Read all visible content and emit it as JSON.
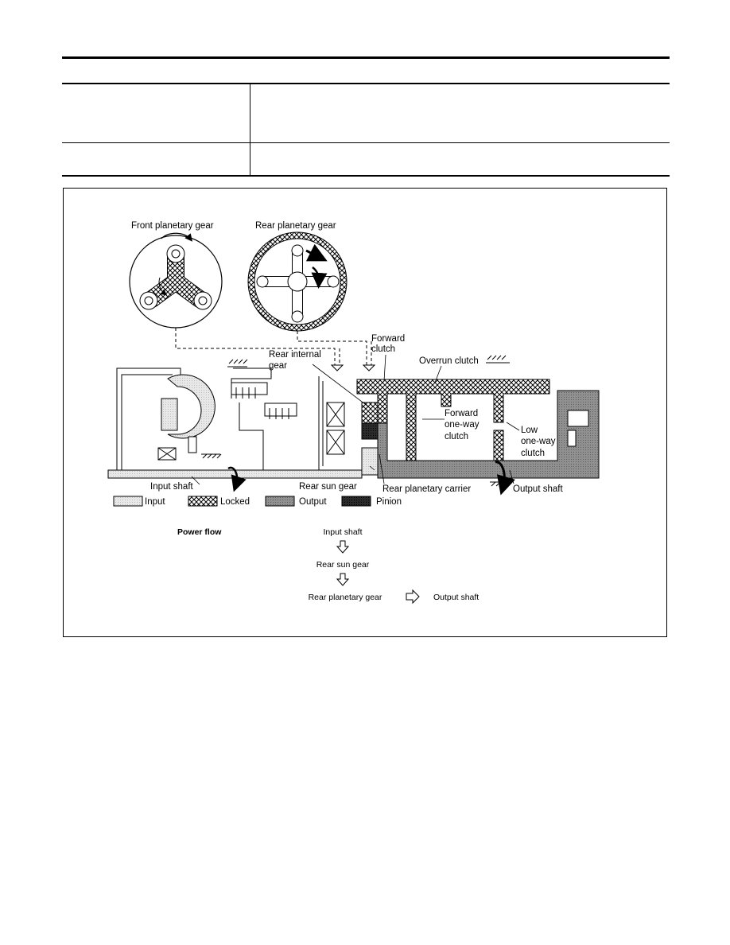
{
  "labels": {
    "front_planetary_gear": "Front  planetary  gear",
    "rear_planetary_gear": "Rear  planetary  gear",
    "forward_clutch": [
      "Forward",
      "clutch"
    ],
    "rear_internal_gear": [
      "Rear  internal",
      "gear"
    ],
    "overrun_clutch": "Overrun  clutch",
    "forward_one_way_clutch": [
      "Forward",
      "one-way",
      "clutch"
    ],
    "low_one_way_clutch": [
      "Low",
      "one-way",
      "clutch"
    ],
    "input_shaft": "Input  shaft",
    "rear_sun_gear": "Rear  sun  gear",
    "rear_planetary_carrier": "Rear  planetary  carrier",
    "output_shaft": "Output  shaft"
  },
  "legend": [
    {
      "label": "Input",
      "pattern": "input"
    },
    {
      "label": "Locked",
      "pattern": "locked"
    },
    {
      "label": "Output",
      "pattern": "output"
    },
    {
      "label": "Pinion",
      "pattern": "pinion"
    }
  ],
  "power_flow": {
    "title": "Power flow",
    "steps": [
      "Input shaft",
      "Rear sun gear",
      "Rear planetary gear",
      "Output shaft"
    ]
  },
  "colors": {
    "input": "#e6e6e6",
    "output": "#8c8c8c",
    "pinion": "#2a2a2a",
    "line": "#000000"
  }
}
